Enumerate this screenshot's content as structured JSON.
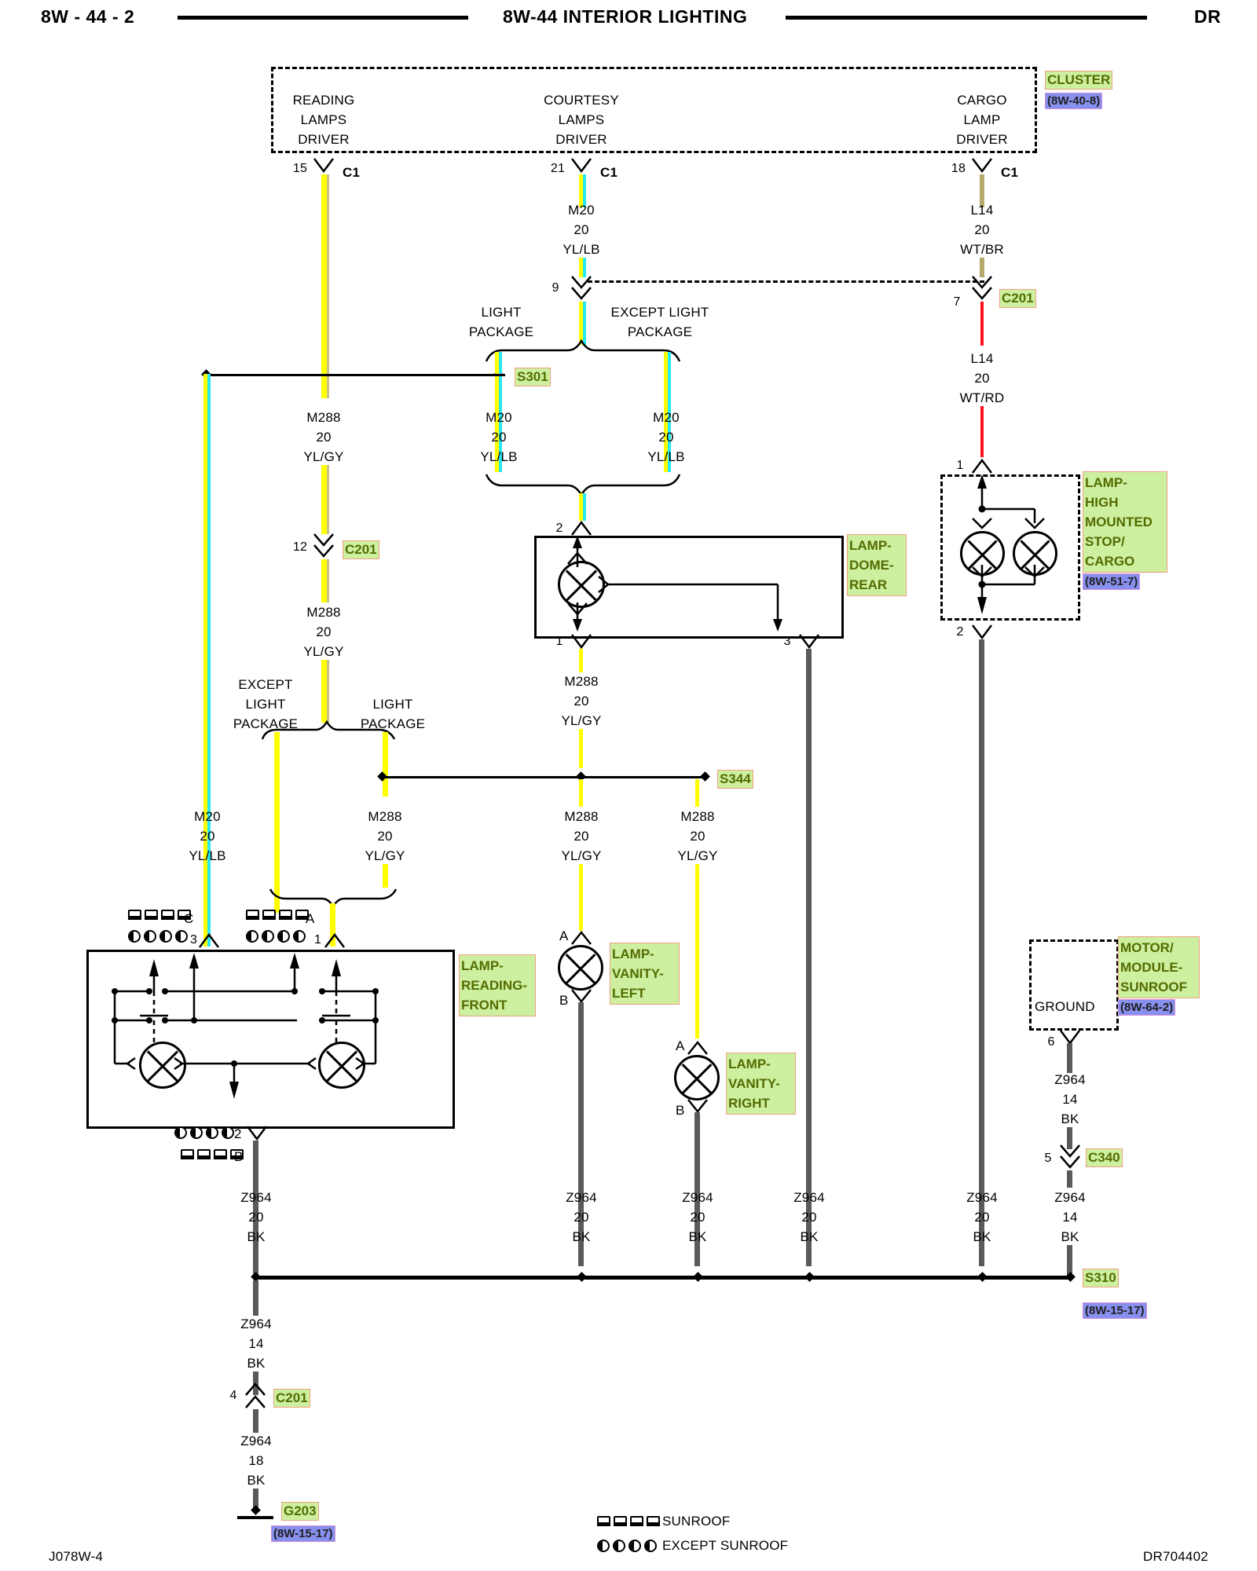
{
  "header": {
    "left": "8W - 44 - 2",
    "title": "8W-44 INTERIOR LIGHTING",
    "right": "DR"
  },
  "footer": {
    "left": "J078W-4",
    "right": "DR704402"
  },
  "cluster": {
    "name": "CLUSTER",
    "ref": "(8W-40-8)",
    "drivers": [
      {
        "l1": "READING",
        "l2": "LAMPS",
        "l3": "DRIVER",
        "pin": "15",
        "conn": "C1"
      },
      {
        "l1": "COURTESY",
        "l2": "LAMPS",
        "l3": "DRIVER",
        "pin": "21",
        "conn": "C1"
      },
      {
        "l1": "CARGO",
        "l2": "LAMP",
        "l3": "DRIVER",
        "pin": "18",
        "conn": "C1"
      }
    ]
  },
  "wires": {
    "m20_yllb_top": {
      "id": "M20",
      "gauge": "20",
      "color": "YL/LB"
    },
    "m20_yllb_left": {
      "id": "M20",
      "gauge": "20",
      "color": "YL/LB"
    },
    "m20_yllb_right": {
      "id": "M20",
      "gauge": "20",
      "color": "YL/LB"
    },
    "m20_yllb_far": {
      "id": "M20",
      "gauge": "20",
      "color": "YL/LB"
    },
    "m288_ylgy_a": {
      "id": "M288",
      "gauge": "20",
      "color": "YL/GY"
    },
    "m288_ylgy_b": {
      "id": "M288",
      "gauge": "20",
      "color": "YL/GY"
    },
    "m288_ylgy_c": {
      "id": "M288",
      "gauge": "20",
      "color": "YL/GY"
    },
    "m288_ylgy_d": {
      "id": "M288",
      "gauge": "20",
      "color": "YL/GY"
    },
    "m288_ylgy_e": {
      "id": "M288",
      "gauge": "20",
      "color": "YL/GY"
    },
    "m288_ylgy_f": {
      "id": "M288",
      "gauge": "20",
      "color": "YL/GY"
    },
    "l14_wtbr": {
      "id": "L14",
      "gauge": "20",
      "color": "WT/BR"
    },
    "l14_wtrd": {
      "id": "L14",
      "gauge": "20",
      "color": "WT/RD"
    },
    "z964_a": {
      "id": "Z964",
      "gauge": "20",
      "color": "BK"
    },
    "z964_b": {
      "id": "Z964",
      "gauge": "20",
      "color": "BK"
    },
    "z964_c": {
      "id": "Z964",
      "gauge": "20",
      "color": "BK"
    },
    "z964_d": {
      "id": "Z964",
      "gauge": "20",
      "color": "BK"
    },
    "z964_e": {
      "id": "Z964",
      "gauge": "20",
      "color": "BK"
    },
    "z964_f": {
      "id": "Z964",
      "gauge": "14",
      "color": "BK"
    },
    "z964_sunroof": {
      "id": "Z964",
      "gauge": "14",
      "color": "BK"
    },
    "z964_g203_top": {
      "id": "Z964",
      "gauge": "14",
      "color": "BK"
    },
    "z964_g203_bot": {
      "id": "Z964",
      "gauge": "18",
      "color": "BK"
    }
  },
  "options": {
    "light_package": "LIGHT\nPACKAGE",
    "except_light_package": "EXCEPT LIGHT\nPACKAGE",
    "except_light_package_3": "EXCEPT\nLIGHT\nPACKAGE",
    "light_package_2": "LIGHT\nPACKAGE"
  },
  "splices": {
    "s301": "S301",
    "s344": "S344",
    "s310": "S310",
    "s310_ref": "(8W-15-17)"
  },
  "connectors": {
    "c201_courtesy": {
      "name": "C201",
      "pin": "9"
    },
    "c201_cargo": {
      "name": "C201",
      "pin": "7"
    },
    "c201_reading": {
      "name": "C201",
      "pin": "12"
    },
    "c201_ground": {
      "name": "C201",
      "pin": "4"
    },
    "c340": {
      "name": "C340",
      "pin": "5"
    }
  },
  "components": {
    "lamp_dome_rear": {
      "name": "LAMP-\nDOME-\nREAR",
      "pins": [
        "2",
        "1",
        "3"
      ]
    },
    "lamp_hmsc": {
      "name": "LAMP-\nHIGH\nMOUNTED\nSTOP/\nCARGO",
      "ref": "(8W-51-7)",
      "pins": [
        "1",
        "2"
      ]
    },
    "lamp_reading_front": {
      "name": "LAMP-\nREADING-\nFRONT",
      "pins": [
        "3",
        "1",
        "2"
      ],
      "cav": [
        "C",
        "A",
        "B"
      ]
    },
    "lamp_vanity_left": {
      "name": "LAMP-\nVANITY-\nLEFT",
      "pins": [
        "A",
        "B"
      ]
    },
    "lamp_vanity_right": {
      "name": "LAMP-\nVANITY-\nRIGHT",
      "pins": [
        "A",
        "B"
      ]
    },
    "motor_module_sunroof": {
      "name": "MOTOR/\nMODULE-\nSUNROOF",
      "ref": "(8W-64-2)",
      "ground_label": "GROUND",
      "pin": "6"
    }
  },
  "grounds": {
    "g203": {
      "name": "G203",
      "ref": "(8W-15-17)"
    }
  },
  "legend": [
    {
      "glyph": "sunroof-icon",
      "label": "SUNROOF"
    },
    {
      "glyph": "except-sunroof-icon",
      "label": "EXCEPT SUNROOF"
    }
  ],
  "colors": {
    "wire_yellow": "#ffff00",
    "wire_lightblue_stripe": "#28e8f0",
    "wire_gray_stripe": "#bdbdbd",
    "wire_black": "#5a5a5a",
    "wire_red": "#ff1020",
    "wire_tan": "#b5a86b",
    "label_green": "#ccf0a0",
    "label_blue": "#8890ef",
    "label_text_green": "#556b00"
  }
}
